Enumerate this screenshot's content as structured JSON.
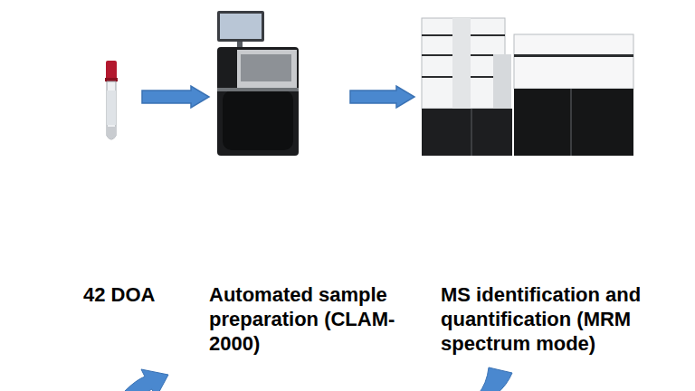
{
  "diagram": {
    "nodes": [
      {
        "text": [
          "42 DOA"
        ]
      },
      {
        "text": [
          "Automated sample preparation (CLAM-2000)"
        ]
      },
      {
        "text": [
          "MS identification and quantification (MRM spectrum mode)"
        ]
      }
    ],
    "edges": [
      {
        "from": 0,
        "to": 1,
        "arrow": "to"
      },
      {
        "from": 1,
        "to": 2,
        "arrow": "to"
      }
    ]
  }
}
